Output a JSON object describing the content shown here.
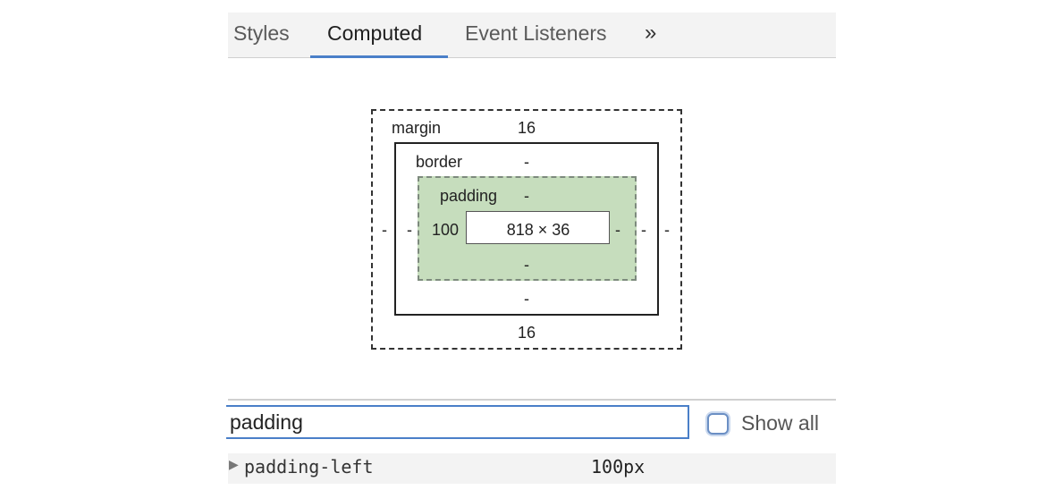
{
  "tabs": [
    {
      "label": "Styles",
      "active": false
    },
    {
      "label": "Computed",
      "active": true
    },
    {
      "label": "Event Listeners",
      "active": false
    }
  ],
  "overflow_label": "»",
  "box_model": {
    "margin": {
      "label": "margin",
      "top": "16",
      "right": "-",
      "bottom": "16",
      "left": "-"
    },
    "border": {
      "label": "border",
      "top": "-",
      "right": "-",
      "bottom": "-",
      "left": "-"
    },
    "padding": {
      "label": "padding",
      "top": "-",
      "right": "-",
      "bottom": "-",
      "left": "100"
    },
    "content": {
      "size": "818 × 36"
    },
    "colors": {
      "padding_fill": "#c6ddbd"
    }
  },
  "filter": {
    "value": "padding",
    "show_all_label": "Show all",
    "show_all_checked": false
  },
  "properties": [
    {
      "name": "padding-left",
      "value": "100px",
      "expanded": false
    }
  ],
  "accent_color": "#4a7fc8"
}
